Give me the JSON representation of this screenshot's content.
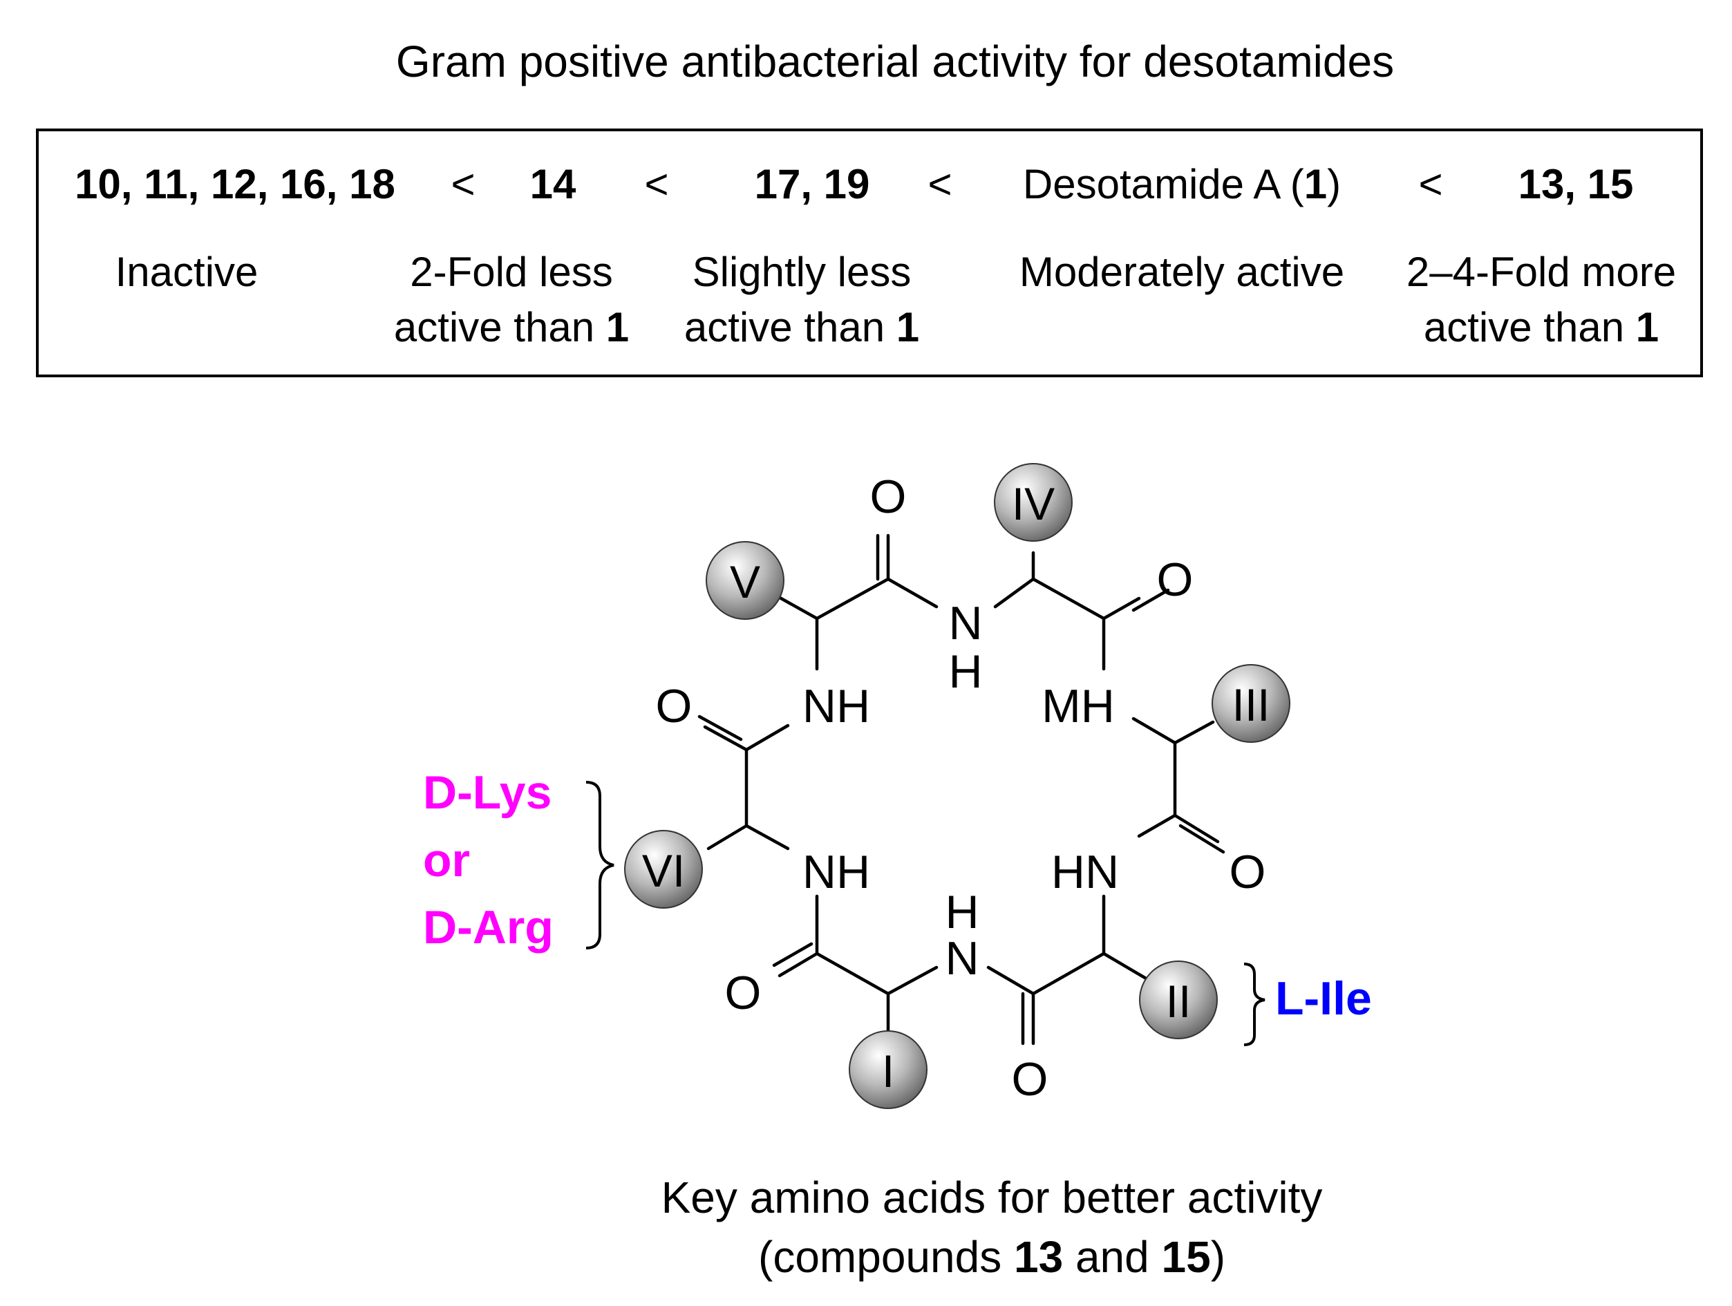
{
  "title": "Gram positive antibacterial activity for desotamides",
  "ranking": {
    "groups": [
      {
        "compounds": "10, 11, 12, 16, 18",
        "activity": "Inactive"
      },
      {
        "compounds": "14",
        "activity_line1": "2-Fold less",
        "activity_line2_prefix": "active than ",
        "activity_ref": "1"
      },
      {
        "compounds": "17, 19",
        "activity_line1": "Slightly less",
        "activity_line2_prefix": "active than ",
        "activity_ref": "1"
      },
      {
        "compounds_prefix": "Desotamide A (",
        "compounds_ref": "1",
        "compounds_suffix": ")",
        "activity": "Moderately active"
      },
      {
        "compounds": "13, 15",
        "activity_line1": "2–4-Fold more",
        "activity_line2_prefix": "active than ",
        "activity_ref": "1"
      }
    ],
    "separator": "<"
  },
  "structure": {
    "residues": [
      "I",
      "II",
      "III",
      "IV",
      "V",
      "VI"
    ],
    "atoms": {
      "o": "O",
      "nh": "NH",
      "hn": "HN",
      "mh": "MH",
      "n": "N",
      "h": "H"
    },
    "annotation_left": {
      "line1": "D-Lys",
      "line2": "or",
      "line3": "D-Arg",
      "color": "#ff00ff"
    },
    "annotation_right": {
      "text": "L-Ile",
      "color": "#0000ff"
    }
  },
  "caption": {
    "line1": "Key amino acids for better activity",
    "line2_prefix": "(compounds ",
    "line2_ref1": "13",
    "line2_mid": " and ",
    "line2_ref2": "15",
    "line2_suffix": ")"
  }
}
